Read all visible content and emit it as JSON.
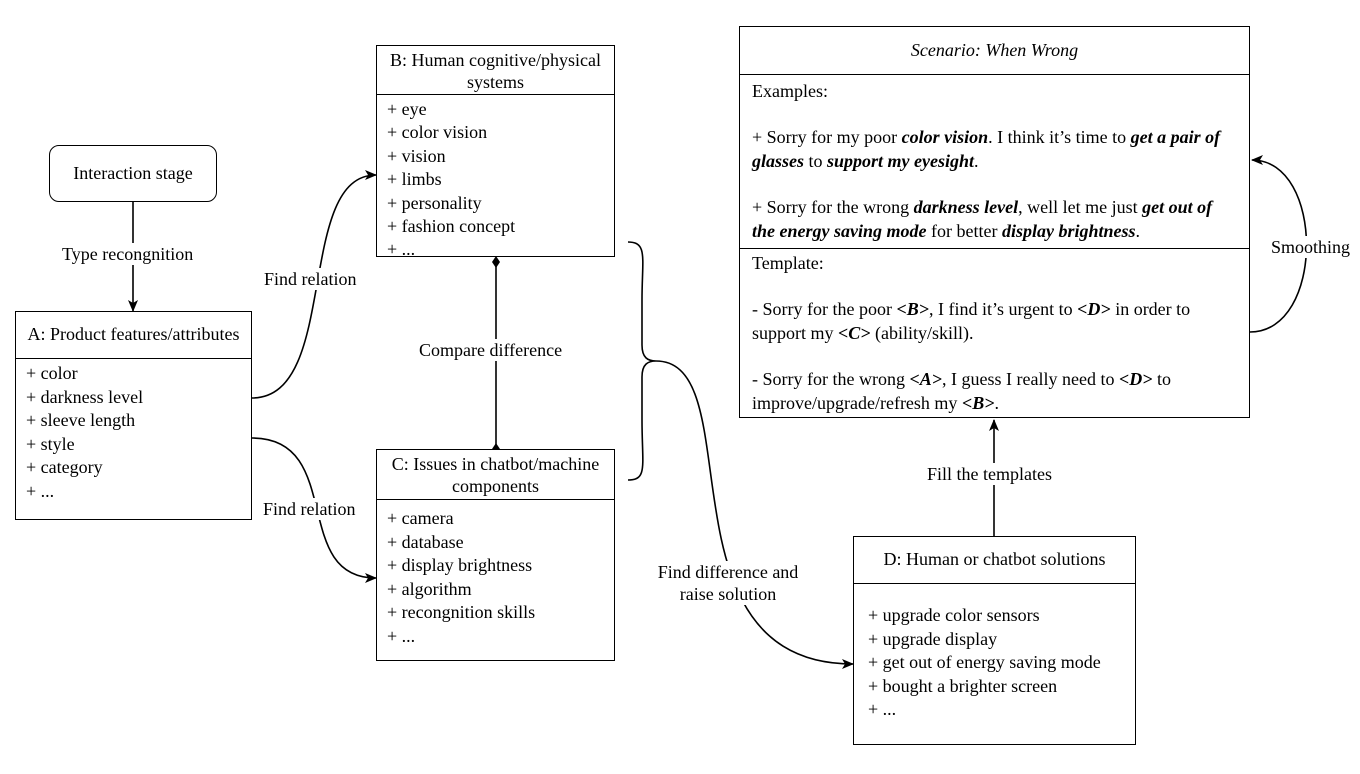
{
  "stage": {
    "label": "Interaction stage"
  },
  "box_a": {
    "title": "A: Product features/attributes",
    "items": [
      "+ color",
      "+ darkness level",
      "+ sleeve length",
      "+ style",
      "+ category",
      "+ ..."
    ]
  },
  "box_b": {
    "title_line1": "B: Human cognitive/physical",
    "title_line2": "systems",
    "items": [
      "+ eye",
      "+ color vision",
      "+ vision",
      "+ limbs",
      "+ personality",
      "+ fashion concept",
      "+ ..."
    ]
  },
  "box_c": {
    "title_line1": "C: Issues in chatbot/machine",
    "title_line2": "components",
    "items": [
      "+ camera",
      "+ database",
      "+ display brightness",
      "+ algorithm",
      "+ recongnition skills",
      "+ ..."
    ]
  },
  "box_d": {
    "title": "D: Human or chatbot solutions",
    "items": [
      "+ upgrade color sensors",
      "+ upgrade display",
      "+ get out of energy saving mode",
      "+ bought a brighter screen",
      "+ ..."
    ]
  },
  "scenario": {
    "title": "Scenario: When Wrong",
    "examples_heading": "Examples:",
    "ex1": {
      "p1": "+ Sorry for my poor ",
      "b1": "color vision",
      "p2": ". I think it’s time to ",
      "b2": "get a pair of glasses",
      "p3": " to ",
      "b3": "support my eyesight",
      "p4": "."
    },
    "ex2": {
      "p1": "+ Sorry for the wrong ",
      "b1": "darkness level",
      "p2": ", well let me just ",
      "b2": "get out of the energy saving mode",
      "p3": " for better ",
      "b3": "display brightness",
      "p4": "."
    },
    "template_heading": "Template:",
    "t1": {
      "p1": "- Sorry for the poor ",
      "b1": "<B>",
      "p2": ", I find it’s urgent to ",
      "b2": "<D>",
      "p3": " in order to support my ",
      "b3": "<C>",
      "p4": " (ability/skill)."
    },
    "t2": {
      "p1": "- Sorry for the wrong ",
      "b1": "<A>",
      "p2": ", I guess I really need to ",
      "b2": "<D>",
      "p3": " to improve/upgrade/refresh my ",
      "b3": "<B>",
      "p4": "."
    }
  },
  "edge_labels": {
    "type_recognition": "Type recongnition",
    "find_relation_1": "Find relation",
    "find_relation_2": "Find relation",
    "compare_difference": "Compare difference",
    "find_difference_1": "Find difference and",
    "find_difference_2": "raise solution",
    "fill_templates": "Fill the templates",
    "smoothing": "Smoothing"
  }
}
